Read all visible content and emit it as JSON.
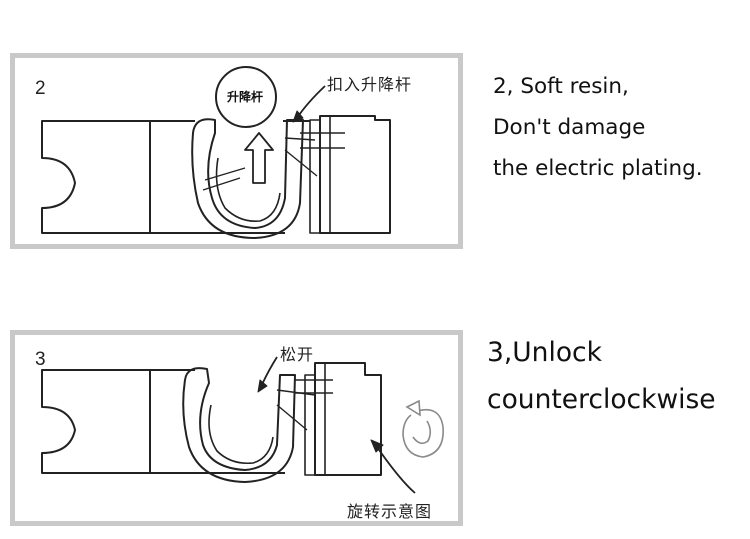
{
  "steps": [
    {
      "number": "2",
      "circle_label": "升降杆",
      "pointer_label": "扣入升降杆",
      "caption_lines": [
        "2, Soft resin,",
        "Don't damage",
        "the electric plating."
      ]
    },
    {
      "number": "3",
      "pointer_label": "松开",
      "rotation_label": "旋转示意图",
      "caption_lines": [
        "3,Unlock",
        "counterclockwise"
      ]
    }
  ],
  "colors": {
    "line": "#222222",
    "frame": "#c9c9c9",
    "rotate_arrow": "#8a8a8a"
  }
}
